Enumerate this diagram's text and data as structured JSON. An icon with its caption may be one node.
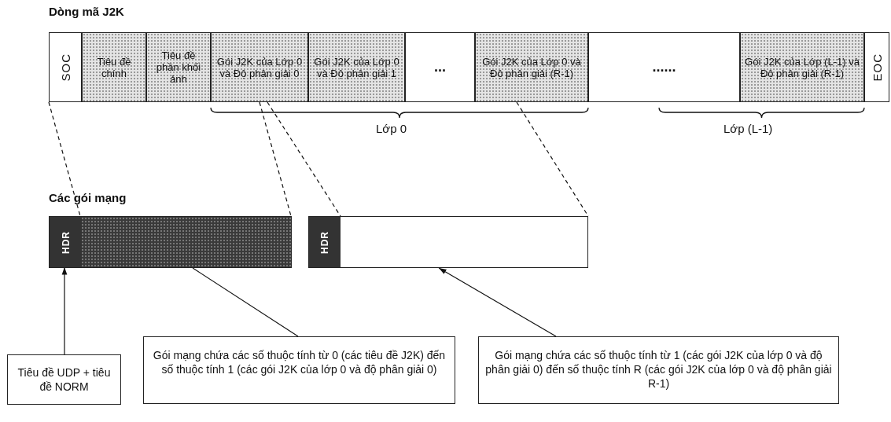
{
  "diagram": {
    "nodes": [
      {
        "text": [
          "SOC"
        ]
      },
      {
        "text": [
          "Tiêu đề chính"
        ]
      },
      {
        "text": [
          "Tiêu đề phần khối ảnh"
        ]
      },
      {
        "text": [
          "Gói J2K của Lớp 0 và Độ phân giải 0"
        ]
      },
      {
        "text": [
          "Gói J2K của Lớp 0 và Độ phân giải 1"
        ]
      },
      {
        "text": [
          "..."
        ]
      },
      {
        "text": [
          "Gói J2K của Lớp 0 và Độ phân giải (R-1)"
        ]
      },
      {
        "text": [
          "......"
        ]
      },
      {
        "text": [
          "Gói J2K của Lớp (L-1) và Độ phân giải (R-1)"
        ]
      },
      {
        "text": [
          "EOC"
        ]
      },
      {
        "text": [],
        "shape": "box"
      },
      {
        "text": [
          "HDR"
        ],
        "in": 10
      },
      {
        "text": [],
        "shape": "box"
      },
      {
        "text": [
          "HDR"
        ],
        "in": 12
      },
      {
        "text": [
          "Tiêu đề UDP + tiêu đề NORM"
        ]
      },
      {
        "text": [
          "Gói mạng chứa các số thuộc tính từ 0 (các tiêu đề J2K) đến số thuộc tính 1 (các gói J2K của lớp 0 và độ phân giải 0)"
        ]
      },
      {
        "text": [
          "Gói mạng chứa các số thuộc tính từ 1 (các gói J2K của lớp 0 và độ phân giải 0) đến số thuộc tính R (các gói J2K của lớp 0 và độ phân giải R-1)"
        ]
      }
    ],
    "edges": [
      {
        "from": 0,
        "to": 10,
        "arrow": "none",
        "style": "dashed"
      },
      {
        "from": 3,
        "to": 10,
        "arrow": "none",
        "style": "dashed"
      },
      {
        "from": 3,
        "to": 12,
        "arrow": "none",
        "style": "dashed"
      },
      {
        "from": 6,
        "to": 12,
        "arrow": "none",
        "style": "dashed"
      },
      {
        "from": 14,
        "to": 11,
        "arrow": "to"
      },
      {
        "from": 15,
        "to": 10,
        "arrow": "none"
      },
      {
        "from": 16,
        "to": 12,
        "arrow": "to"
      }
    ],
    "labels": [
      "Dòng mã J2K",
      "Lớp 0",
      "Lớp (L-1)",
      "Các gói mạng"
    ]
  }
}
